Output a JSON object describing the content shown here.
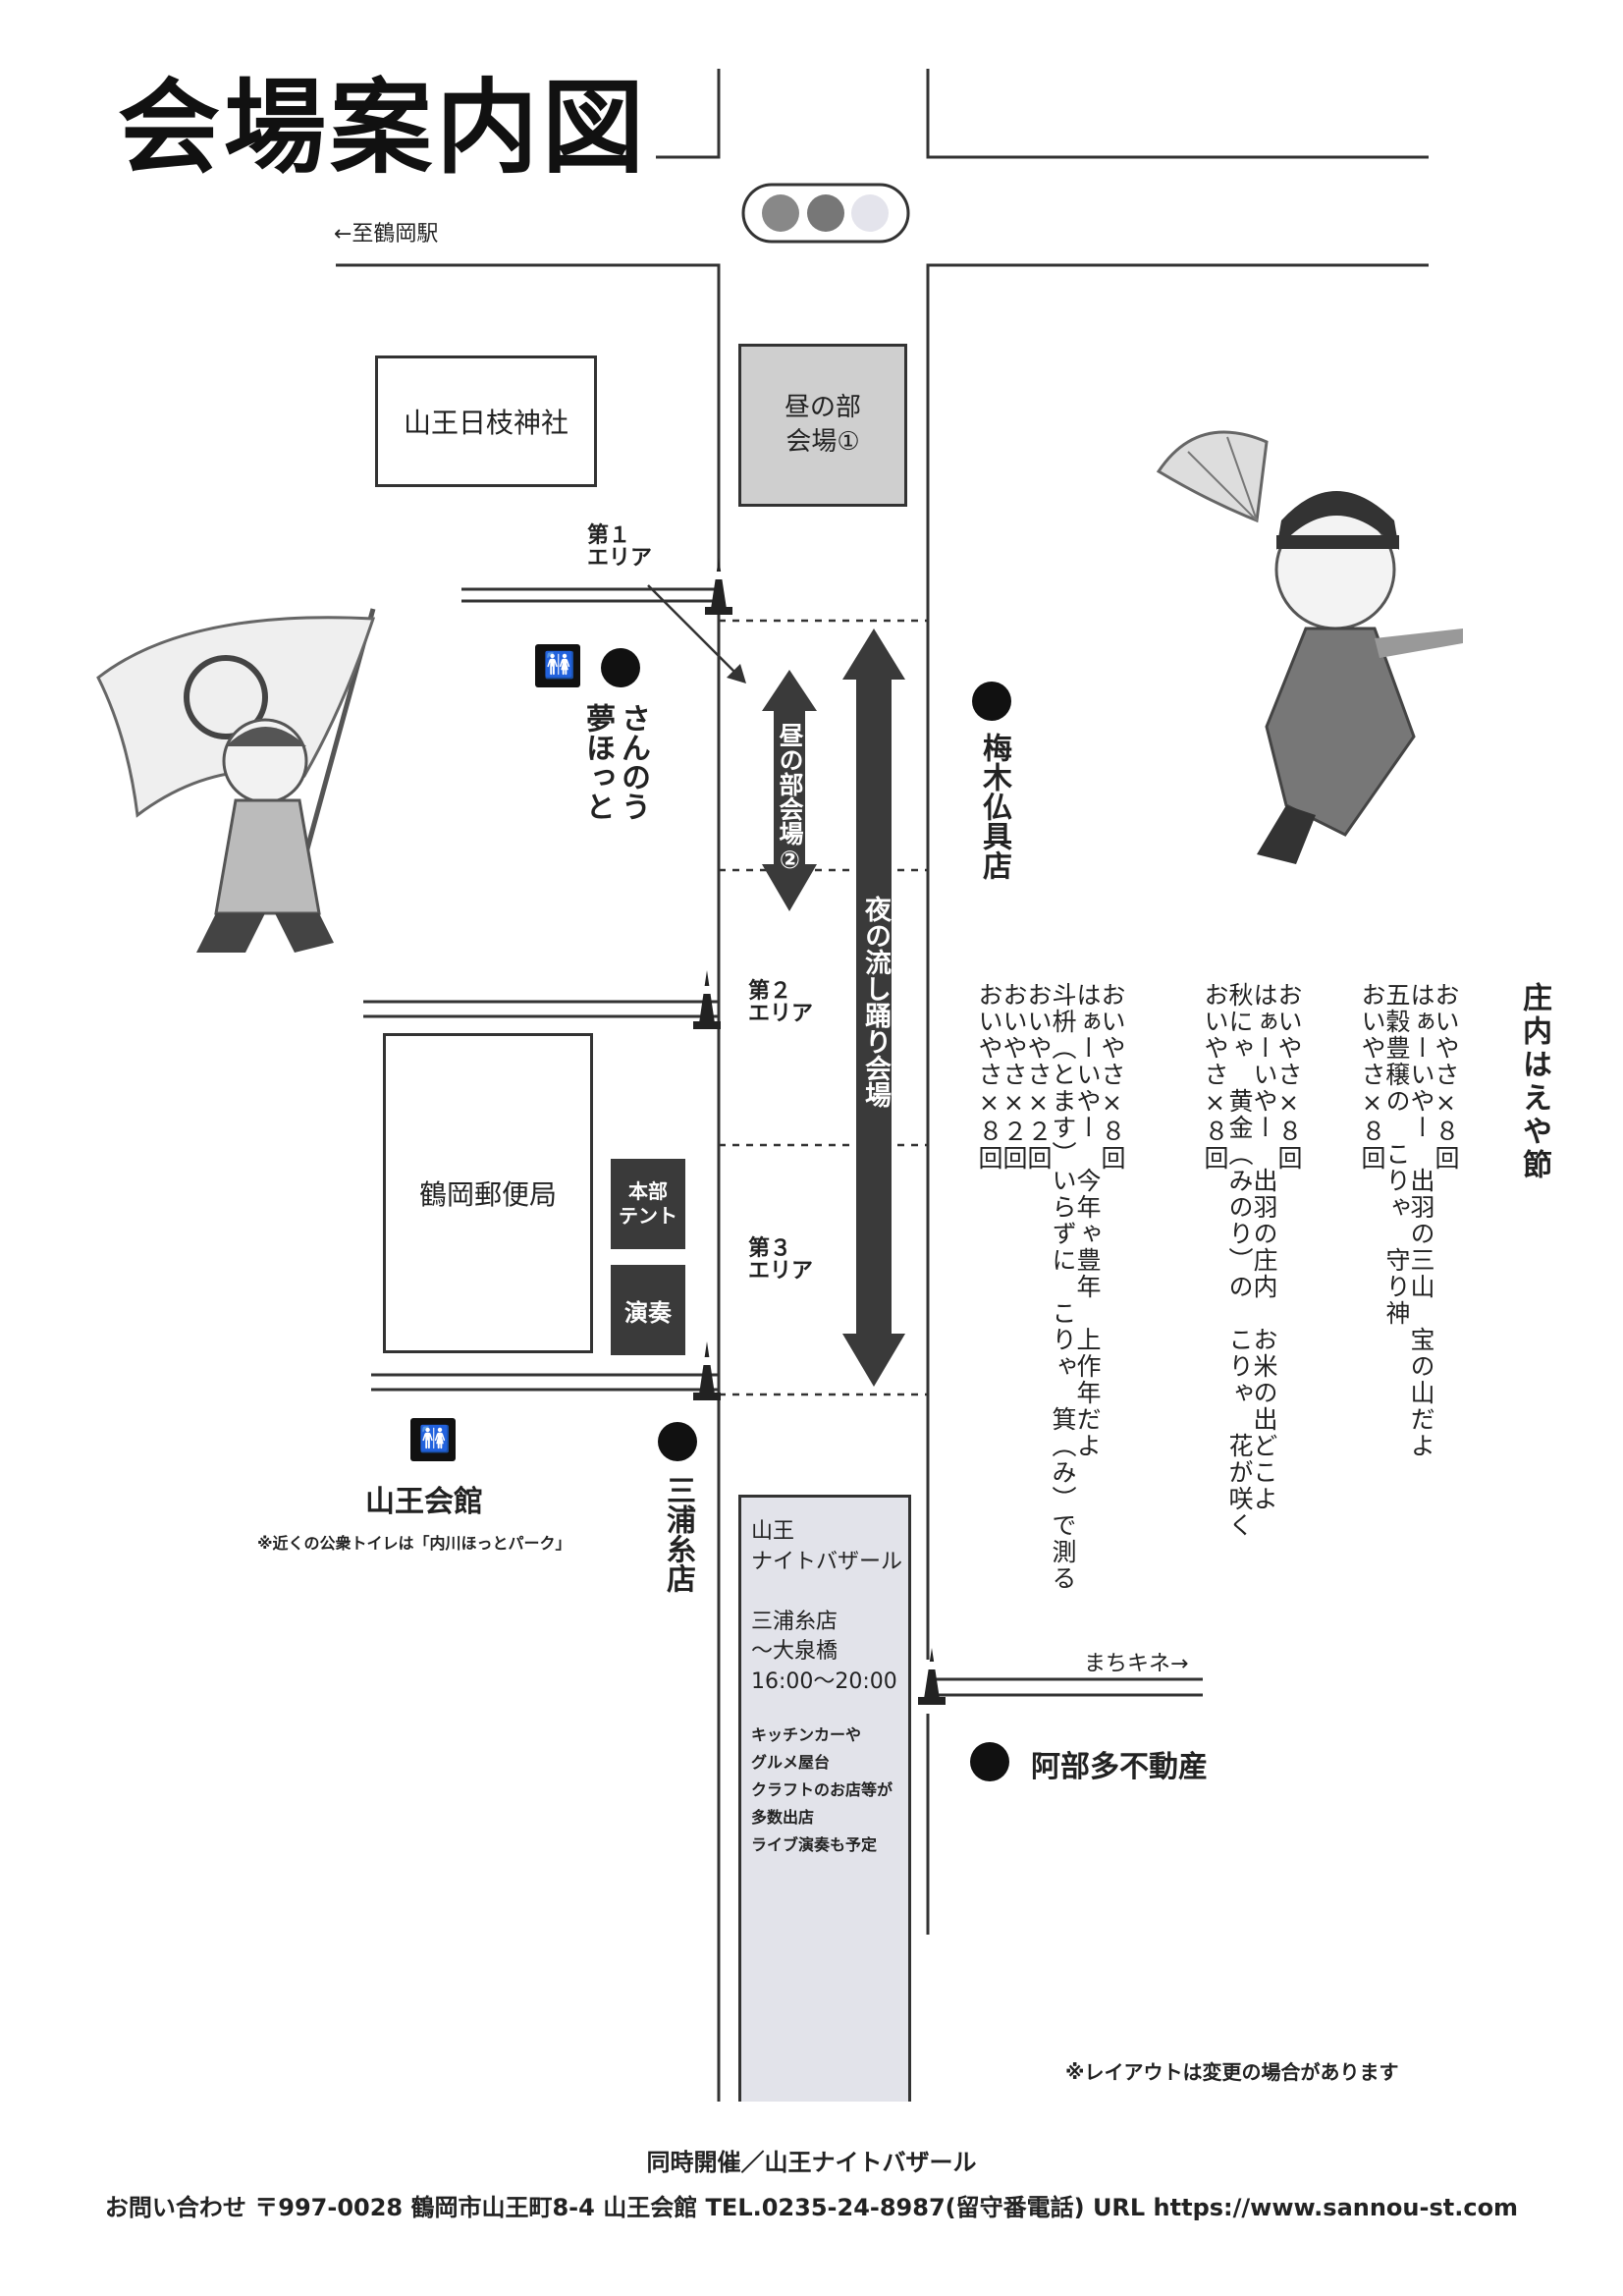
{
  "title": "会場案内図",
  "streets": {
    "to_station": "←至鶴岡駅",
    "machi_kine": "まちキネ→"
  },
  "places": {
    "shrine": "山王日枝神社",
    "day_venue_1": "昼の部\n会場①",
    "day_venue_2": "昼の部会場②",
    "night_venue": "夜の流し踊り会場",
    "post_office": "鶴岡郵便局",
    "hq_tent": "本部\nテント",
    "performance": "演奏",
    "sannou_yume": "さんのう\n夢ほっと",
    "umeki": "梅木仏具店",
    "miura": "三浦糸店",
    "abe": "阿部多不動産",
    "sannou_hall": "山王会館",
    "toilet_note": "※近くの公衆トイレは「内川ほっとパーク」",
    "toilet_icon": "toilet-icon"
  },
  "areas": {
    "area1": "第１\nエリア",
    "area2": "第２\nエリア",
    "area3": "第３\nエリア"
  },
  "bazaar": {
    "title": "山王\nナイトバザール",
    "route": "三浦糸店\n〜大泉橋",
    "time": "16:00〜20:00",
    "desc": "キッチンカーや\nグルメ屋台\nクラフトのお店等が\n多数出店\nライブ演奏も予定"
  },
  "song": {
    "title": "庄内はえや節",
    "verses": [
      "おいやさ×８回\nはぁーいやー　出羽の三山　宝の山だよ\n五穀豊穣の　こりゃ　守り神\nおいやさ×８回",
      "おいやさ×８回\nはぁーいやー　出羽の庄内　お米の出どこよ\n秋にゃ　黄金（みのり）の　こりゃ　花が咲く\nおいやさ×８回",
      "おいやさ×８回\nはぁーいやー　今年ゃ豊年　上作年だよ\n斗枡（とます）いらずに　こりゃ　箕（み）で測る\nおいやさ×２回\nおいやさ×２回\nおいやさ×８回"
    ]
  },
  "layout_note": "※レイアウトは変更の場合があります",
  "footer": {
    "line1": "同時開催／山王ナイトバザール",
    "line2": "お問い合わせ 〒997-0028 鶴岡市山王町8-4 山王会館 TEL.0235-24-8987(留守番電話) URL https://www.sannou-st.com"
  },
  "colors": {
    "road": "#333333",
    "day_venue_fill": "#cfcfcf",
    "bazaar_fill": "#e2e3ea",
    "dark_box": "#3a3a3a",
    "arrow": "#3a3a3a"
  }
}
